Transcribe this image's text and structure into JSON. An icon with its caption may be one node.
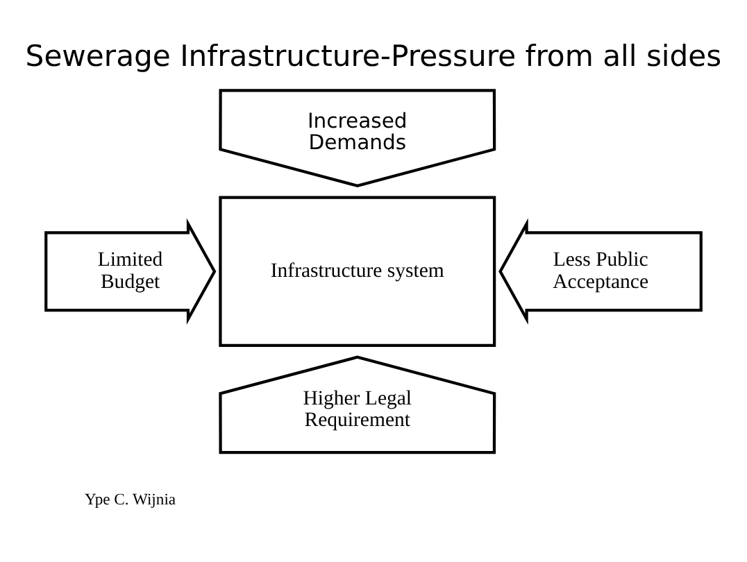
{
  "diagram": {
    "title": "Sewerage Infrastructure-Pressure from all sides",
    "nodes": [
      {
        "text": [
          "Increased Demands"
        ]
      },
      {
        "text": [
          "Limited Budget"
        ]
      },
      {
        "text": [
          "Infrastructure system"
        ]
      },
      {
        "text": [
          "Less Public Acceptance"
        ]
      },
      {
        "text": [
          "Higher Legal Requirement"
        ]
      }
    ],
    "edges": [],
    "labels": [
      "Ype C. Wijnia"
    ]
  }
}
